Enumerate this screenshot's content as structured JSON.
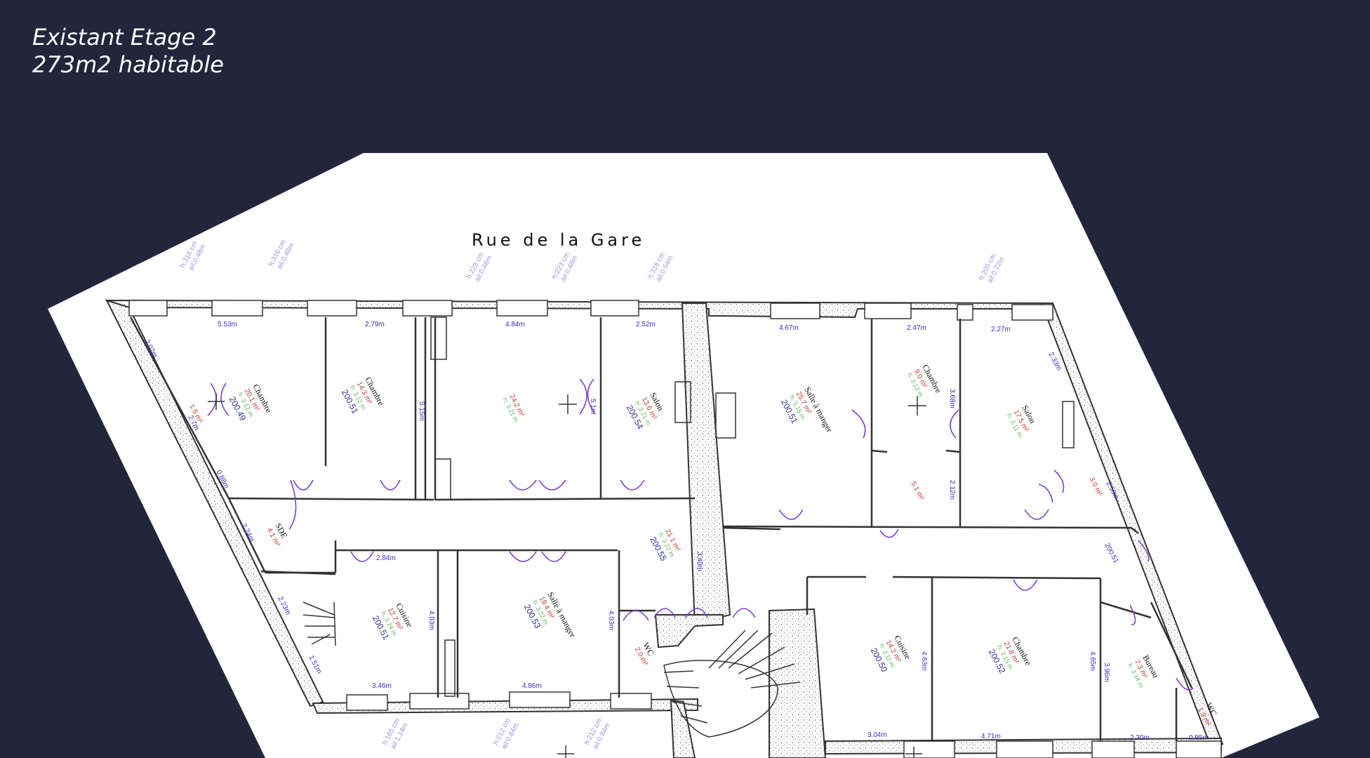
{
  "header": {
    "line1": "Existant Etage 2",
    "line2": "273m2 habitable"
  },
  "plan": {
    "street": "Rue de la Gare",
    "colors": {
      "background": "#21263b",
      "paper": "#ffffff",
      "wall": "#333333",
      "door": "#7b3fd1",
      "dimension": "#3b2bbf",
      "area": "#c0392b",
      "height": "#5cb85c",
      "ceiling_note": "#a58ee0"
    },
    "rooms": [
      {
        "name": "Chambre",
        "area": "20.1 m²",
        "height": "h: 3.12 m",
        "code": "200.49"
      },
      {
        "name": "Chambre",
        "area": "14.3 m²",
        "height": "h: 3.12 m",
        "code": "200.51"
      },
      {
        "name": "",
        "area": "24.2 m²",
        "height": "h: 3.21 m",
        "code": ""
      },
      {
        "name": "Salon",
        "area": "13.6 m²",
        "height": "h: 3.21 m",
        "code": "200.54"
      },
      {
        "name": "Salle à manger",
        "area": "25.7 m²",
        "height": "h: 3.15 m",
        "code": "200.51"
      },
      {
        "name": "Chambre",
        "area": "9.0 m²",
        "height": "h: 3.12 m",
        "code": ""
      },
      {
        "name": "Salon",
        "area": "17.5 m²",
        "height": "h: 3.11 m",
        "code": ""
      },
      {
        "name": "SDE",
        "area": "4.1 m²",
        "height": "",
        "code": ""
      },
      {
        "name": "",
        "area": "21.1 m²",
        "height": "h: 3.22 m",
        "code": "200.55"
      },
      {
        "name": "Cuisine",
        "area": "12.7 m²",
        "height": "h: 3.24 m",
        "code": "200.51"
      },
      {
        "name": "Salle à manger",
        "area": "19.4 m²",
        "height": "h: 3.22 m",
        "code": "200.53"
      },
      {
        "name": "WC",
        "area": "2.0 m²",
        "height": "",
        "code": ""
      },
      {
        "name": "Cuisine",
        "area": "14.3 m²",
        "height": "h: 3.11 m",
        "code": "200.50"
      },
      {
        "name": "Chambre",
        "area": "21.8 m²",
        "height": "h: 3.15 m",
        "code": "200.52"
      },
      {
        "name": "Bureau",
        "area": "7.3 m²",
        "height": "h: 3.14 m",
        "code": ""
      },
      {
        "name": "WC",
        "area": "1.9 m²",
        "height": "",
        "code": ""
      }
    ],
    "small_areas": [
      "1.5 m²",
      "3.0 m²",
      "5.1 m²"
    ],
    "dimensions": [
      "5.53m",
      "2.79m",
      "4.84m",
      "2.52m",
      "4.67m",
      "2.47m",
      "2.27m",
      "2.02m",
      "2.33m",
      "3.68m",
      "2.12m",
      "2.59m",
      "2.24m",
      "2.84m",
      "3.40m",
      "4.03m",
      "4.03m",
      "2.23m",
      "1.51m",
      "3.46m",
      "4.86m",
      "3.04m",
      "4.71m",
      "2.30m",
      "0.95m",
      "4.63m",
      "4.65m",
      "3.96m",
      "0.88m",
      "5.15m",
      "5.1m",
      "2.7m",
      "200.51"
    ],
    "ceiling_notes": [
      "h:318 cm",
      "ail:0.48m",
      "h:316 cm",
      "ail:0.48m",
      "h:223 cm",
      "ail:0.48m",
      "h:223 cm",
      "ail:0.48m",
      "h:318 cm",
      "ail:0.54m",
      "h:200 cm",
      "ail:0.72m",
      "h:165 cm",
      "ail:1.14m",
      "h:212 cm",
      "ail:0.84m",
      "h:212 cm",
      "ail:0.84m"
    ]
  }
}
